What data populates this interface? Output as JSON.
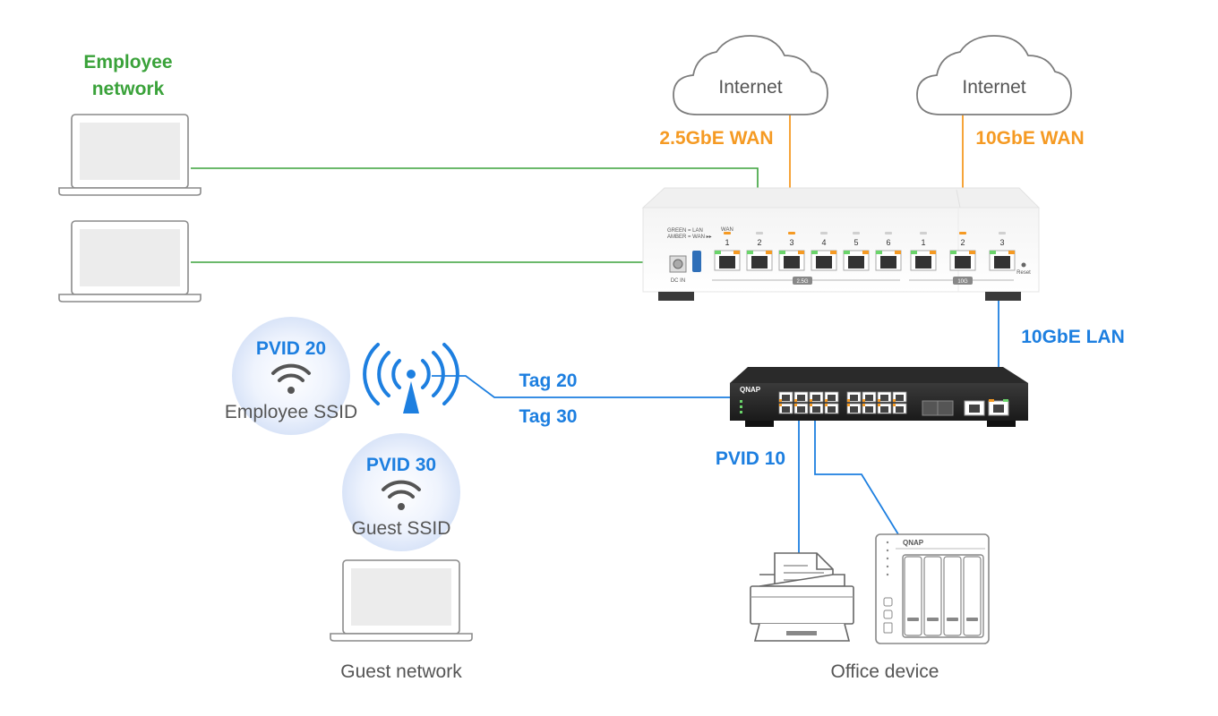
{
  "labels": {
    "employee_network": [
      "Employee",
      "network"
    ],
    "internet_1": "Internet",
    "internet_2": "Internet",
    "wan_25": "2.5GbE WAN",
    "wan_10": "10GbE WAN",
    "lan_10": "10GbE LAN",
    "pvid20": "PVID 20",
    "employee_ssid": "Employee SSID",
    "pvid30": "PVID 30",
    "guest_ssid": "Guest SSID",
    "tag20": "Tag 20",
    "tag30": "Tag 30",
    "pvid10": "PVID 10",
    "guest_network": "Guest network",
    "office_device": "Office device"
  },
  "router": {
    "legend_green": "GREEN = LAN",
    "legend_amber": "AMBER = WAN ▸▸",
    "wan_mark": "WAN",
    "ports_25g": [
      "1",
      "2",
      "3",
      "4",
      "5",
      "6"
    ],
    "ports_10g": [
      "1",
      "2",
      "3"
    ],
    "group_25g": "2.5G",
    "group_10g": "10G",
    "dc_in": "DC IN",
    "reset": "Reset"
  },
  "switch": {
    "brand": "QNAP"
  },
  "nas": {
    "brand": "QNAP"
  },
  "colors": {
    "employee_green": "#3aa23a",
    "wan_orange": "#f59a23",
    "vlan_blue": "#1d7fe0",
    "text_grey": "#555555"
  }
}
